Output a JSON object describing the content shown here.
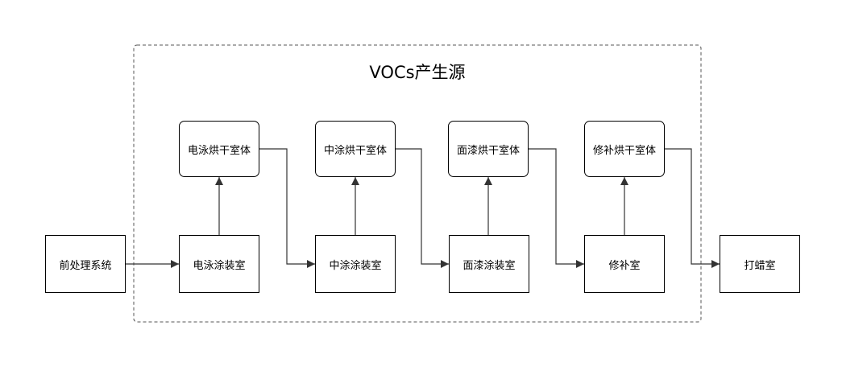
{
  "diagram": {
    "group_title": "VOCs产生源",
    "nodes": {
      "pretreat": "前处理系统",
      "ed_room": "电泳涂装室",
      "ed_oven": "电泳烘干室体",
      "mid_room": "中涂涂装室",
      "mid_oven": "中涂烘干室体",
      "top_room": "面漆涂装室",
      "top_oven": "面漆烘干室体",
      "repair_room": "修补室",
      "repair_oven": "修补烘干室体",
      "wax_room": "打蜡室"
    }
  }
}
